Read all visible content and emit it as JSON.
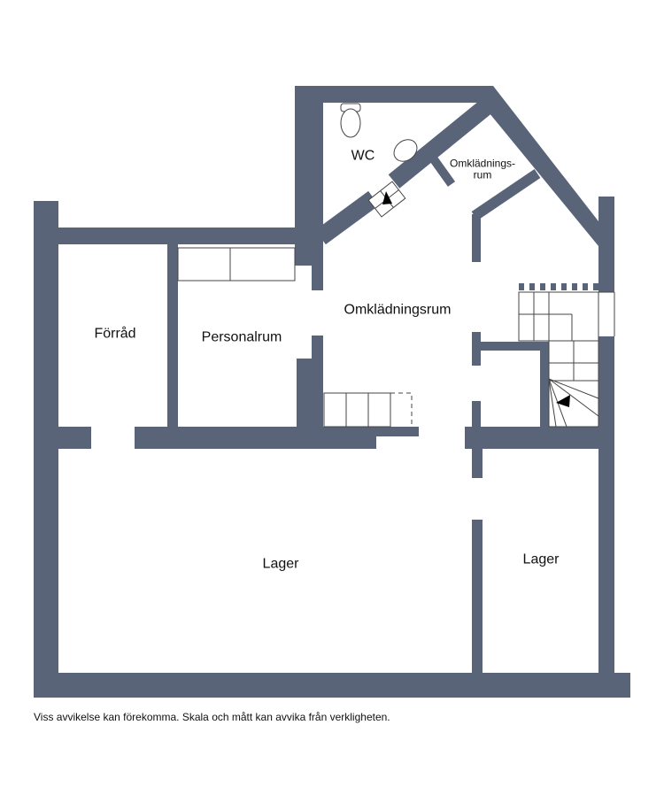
{
  "colors": {
    "wall": "#5a6478",
    "fixture": "#555555"
  },
  "rooms": {
    "wc": "WC",
    "omkladningsrum_small": "Omklädnings-\nrum",
    "omkladningsrum_small_line1": "Omklädnings-",
    "omkladningsrum_small_line2": "rum",
    "omkladningsrum": "Omklädningsrum",
    "forrad": "Förråd",
    "personalrum": "Personalrum",
    "lager_left": "Lager",
    "lager_right": "Lager"
  },
  "footer": {
    "disclaimer": "Viss avvikelse kan förekomma. Skala och mått kan avvika från verkligheten."
  }
}
